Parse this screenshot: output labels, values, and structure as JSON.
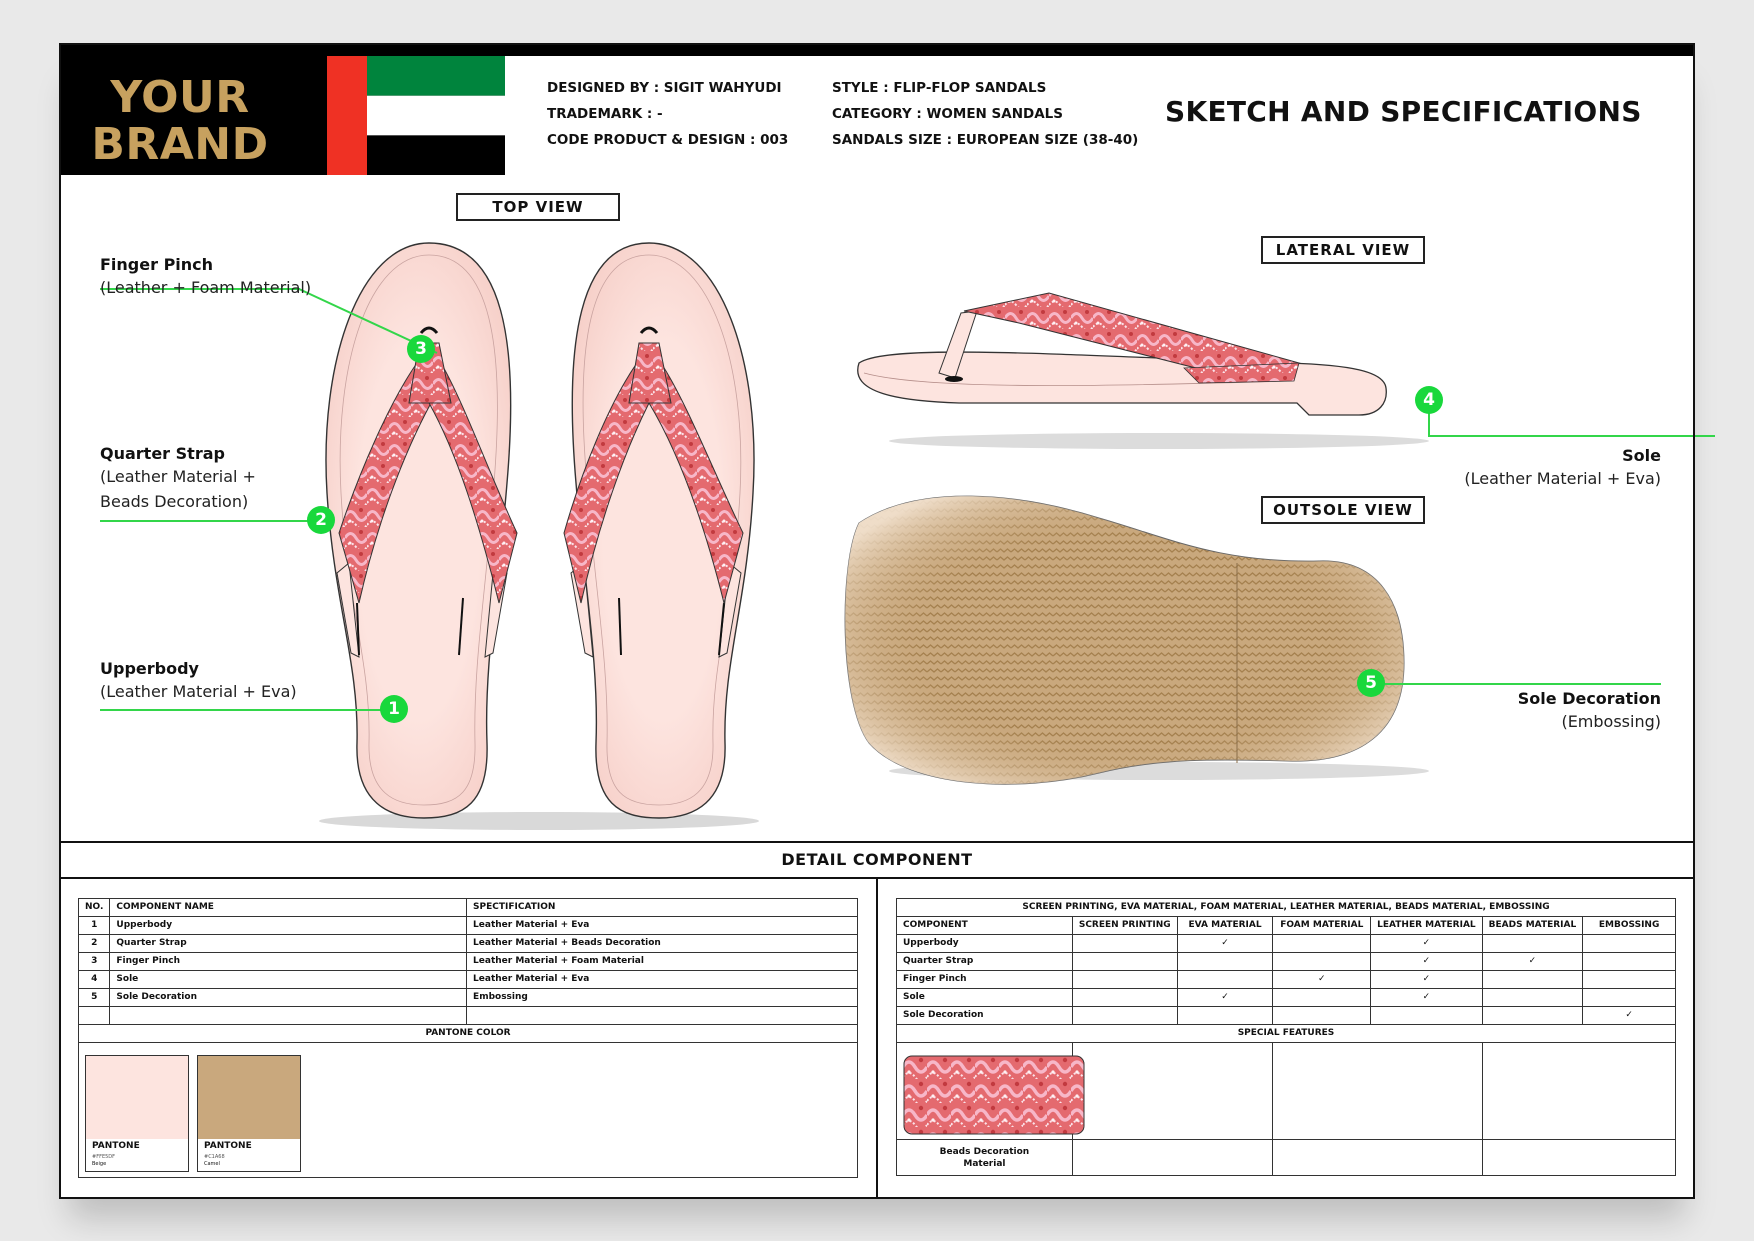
{
  "header": {
    "brand_line1": "YOUR",
    "brand_line2": "BRAND",
    "designed_by": "DESIGNED BY : SIGIT WAHYUDI",
    "trademark": "TRADEMARK : -",
    "code": "CODE PRODUCT & DESIGN : 003",
    "style": "STYLE : FLIP-FLOP SANDALS",
    "category": "CATEGORY : WOMEN SANDALS",
    "size": "SANDALS SIZE : EUROPEAN SIZE (38-40)",
    "title": "SKETCH AND SPECIFICATIONS"
  },
  "views": {
    "top": "TOP VIEW",
    "lateral": "LATERAL VIEW",
    "outsole": "OUTSOLE VIEW"
  },
  "callouts": [
    {
      "num": "3",
      "title": "Finger Pinch",
      "sub1": "(Leather + Foam Material)",
      "sub2": ""
    },
    {
      "num": "2",
      "title": "Quarter Strap",
      "sub1": "(Leather Material +",
      "sub2": "Beads Decoration)"
    },
    {
      "num": "1",
      "title": "Upperbody",
      "sub1": "(Leather Material + Eva)",
      "sub2": ""
    },
    {
      "num": "4",
      "title": "Sole",
      "sub1": "(Leather Material + Eva)",
      "sub2": ""
    },
    {
      "num": "5",
      "title": "Sole Decoration",
      "sub1": "(Embossing)",
      "sub2": ""
    }
  ],
  "detail": {
    "title": "DETAIL COMPONENT",
    "left_headers": [
      "NO.",
      "COMPONENT NAME",
      "SPECTIFICATION"
    ],
    "left_rows": [
      [
        "1",
        "Upperbody",
        "Leather Material + Eva"
      ],
      [
        "2",
        "Quarter Strap",
        "Leather Material + Beads Decoration"
      ],
      [
        "3",
        "Finger Pinch",
        "Leather Material + Foam Material"
      ],
      [
        "4",
        "Sole",
        "Leather Material + Eva"
      ],
      [
        "5",
        "Sole Decoration",
        "Embossing"
      ]
    ],
    "pantone_title": "PANTONE COLOR",
    "pantones": [
      {
        "label": "PANTONE",
        "code": "#FFE5DF",
        "name": "Beige",
        "color": "#fde4df"
      },
      {
        "label": "PANTONE",
        "code": "#C1A68",
        "name": "Camel",
        "color": "#c9a87d"
      }
    ],
    "right_top_header": "SCREEN PRINTING, EVA MATERIAL, FOAM MATERIAL, LEATHER MATERIAL, BEADS MATERIAL, EMBOSSING",
    "right_headers": [
      "COMPONENT",
      "SCREEN PRINTING",
      "EVA MATERIAL",
      "FOAM MATERIAL",
      "LEATHER MATERIAL",
      "BEADS MATERIAL",
      "EMBOSSING"
    ],
    "right_rows": [
      [
        "Upperbody",
        "",
        "✓",
        "",
        "✓",
        "",
        ""
      ],
      [
        "Quarter Strap",
        "",
        "",
        "",
        "✓",
        "✓",
        ""
      ],
      [
        "Finger Pinch",
        "",
        "",
        "✓",
        "✓",
        "",
        ""
      ],
      [
        "Sole",
        "",
        "✓",
        "",
        "✓",
        "",
        ""
      ],
      [
        "Sole Decoration",
        "",
        "",
        "",
        "",
        "",
        "✓"
      ]
    ],
    "special_title": "SPECIAL FEATURES",
    "special_caption_1": "Beads Decoration",
    "special_caption_2": "Material"
  },
  "colors": {
    "brand_gold": "#c7a15f",
    "callout_green": "#19d83c",
    "sole_pink": "#fde4df",
    "outsole_tan": "#c9a87d",
    "strap_red": "#e46a6f"
  }
}
